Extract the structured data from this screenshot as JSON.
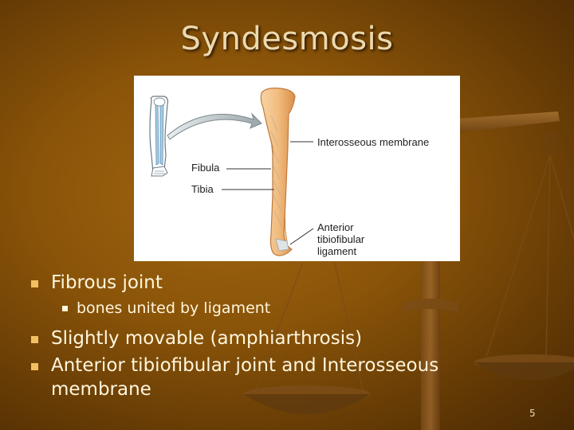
{
  "slide": {
    "title": "Syndesmosis",
    "page_number": "5"
  },
  "figure": {
    "labels": {
      "interosseous": "Interosseous membrane",
      "fibula": "Fibula",
      "tibia": "Tibia",
      "anterior_line1": "Anterior",
      "anterior_line2": "tibiofibular",
      "anterior_line3": "ligament"
    }
  },
  "bullets": {
    "item1": "Fibrous joint",
    "item1_sub1": "bones united by ligament",
    "item2": "Slightly movable (amphiarthrosis)",
    "item3_line1": "Anterior tibiofibular joint and Interosseous",
    "item3_line2": "membrane"
  },
  "colors": {
    "title": "#ecd9ae",
    "bullet_marker": "#f2c063",
    "text": "#fff6dc",
    "background": "#8a5409"
  }
}
